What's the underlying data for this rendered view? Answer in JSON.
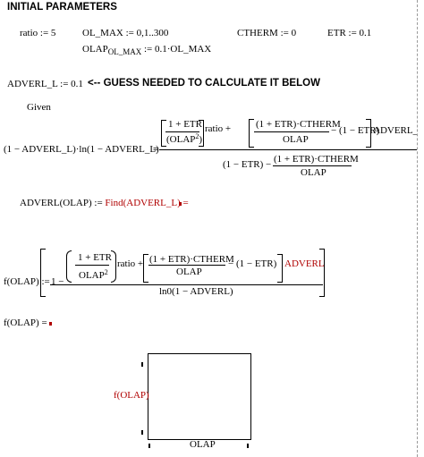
{
  "header": {
    "title": "INITIAL PARAMETERS"
  },
  "defs": {
    "ratio": "ratio := 5",
    "ol_max": "OL_MAX := 0,1..300",
    "ctherm": "CTHERM := 0",
    "etr": "ETR := 0.1",
    "olap_var": "OLAP",
    "olap_sub": "OL_MAX",
    "olap_rhs": " := 0.1·OL_MAX"
  },
  "guess": {
    "def": "ADVERL_L := 0.1",
    "note": "<-- GUESS NEEDED TO CALCULATE IT BELOW"
  },
  "given": "Given",
  "eq1": {
    "lhs": "(1 − ADVERL_L)·ln(1 − ADVERL_L)",
    "equals": "=",
    "one_plus_etr": "1 + ETR",
    "olap": "(OLAP",
    "olap_close": ")",
    "two": "2",
    "ratio_term": "ratio +",
    "num_ctherm": "(1 + ETR)·CTHERM",
    "den_olap": "OLAP",
    "minus_etr": "− (1 − ETR)",
    "adverl_cut": "ADVERL_L",
    "den_left": "(1 − ETR) −",
    "den_frac_num": "(1 + ETR)·CTHERM",
    "den_frac_den": "OLAP"
  },
  "find": {
    "lhs": "ADVERL(OLAP) := ",
    "rhs": "Find(ADVERL_L) = "
  },
  "f": {
    "lhs": "f(OLAP) :=",
    "one_minus": "1 −",
    "one_plus_etr": "1 + ETR",
    "olap": "OLAP",
    "two": "2",
    "ratio_term": "ratio +",
    "num_ctherm": "(1 + ETR)·CTHERM",
    "den_olap": "OLAP",
    "minus_etr": "− (1 − ETR)",
    "adverl": "ADVERL",
    "denominator": "ln0(1 − ADVERL)"
  },
  "feval": "f(OLAP) = ",
  "plot": {
    "ylabel": "f(OLAP)",
    "xlabel": "OLAP"
  },
  "colors": {
    "placeholder": "#b00000",
    "text": "#000000"
  }
}
